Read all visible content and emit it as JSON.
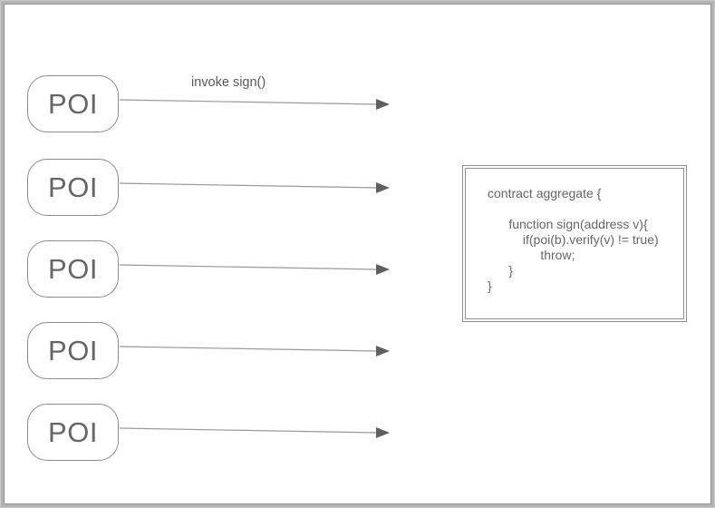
{
  "diagram": {
    "nodes": [
      {
        "label": "POI"
      },
      {
        "label": "POI"
      },
      {
        "label": "POI"
      },
      {
        "label": "POI"
      },
      {
        "label": "POI"
      }
    ],
    "arrow_label": "invoke sign()",
    "code_box": {
      "lines": [
        "contract aggregate {",
        "",
        "      function sign(address v){",
        "          if(poi(b).verify(v) != true)",
        "               throw;",
        "      }",
        "}"
      ]
    },
    "colors": {
      "background": "#ffffff",
      "frame_band": "#b4b4b4",
      "frame_line": "#8f8f8f",
      "node_border": "#8c8c8c",
      "text": "#666666",
      "arrow_line": "#999999",
      "arrow_head": "#5f5f5f"
    }
  }
}
